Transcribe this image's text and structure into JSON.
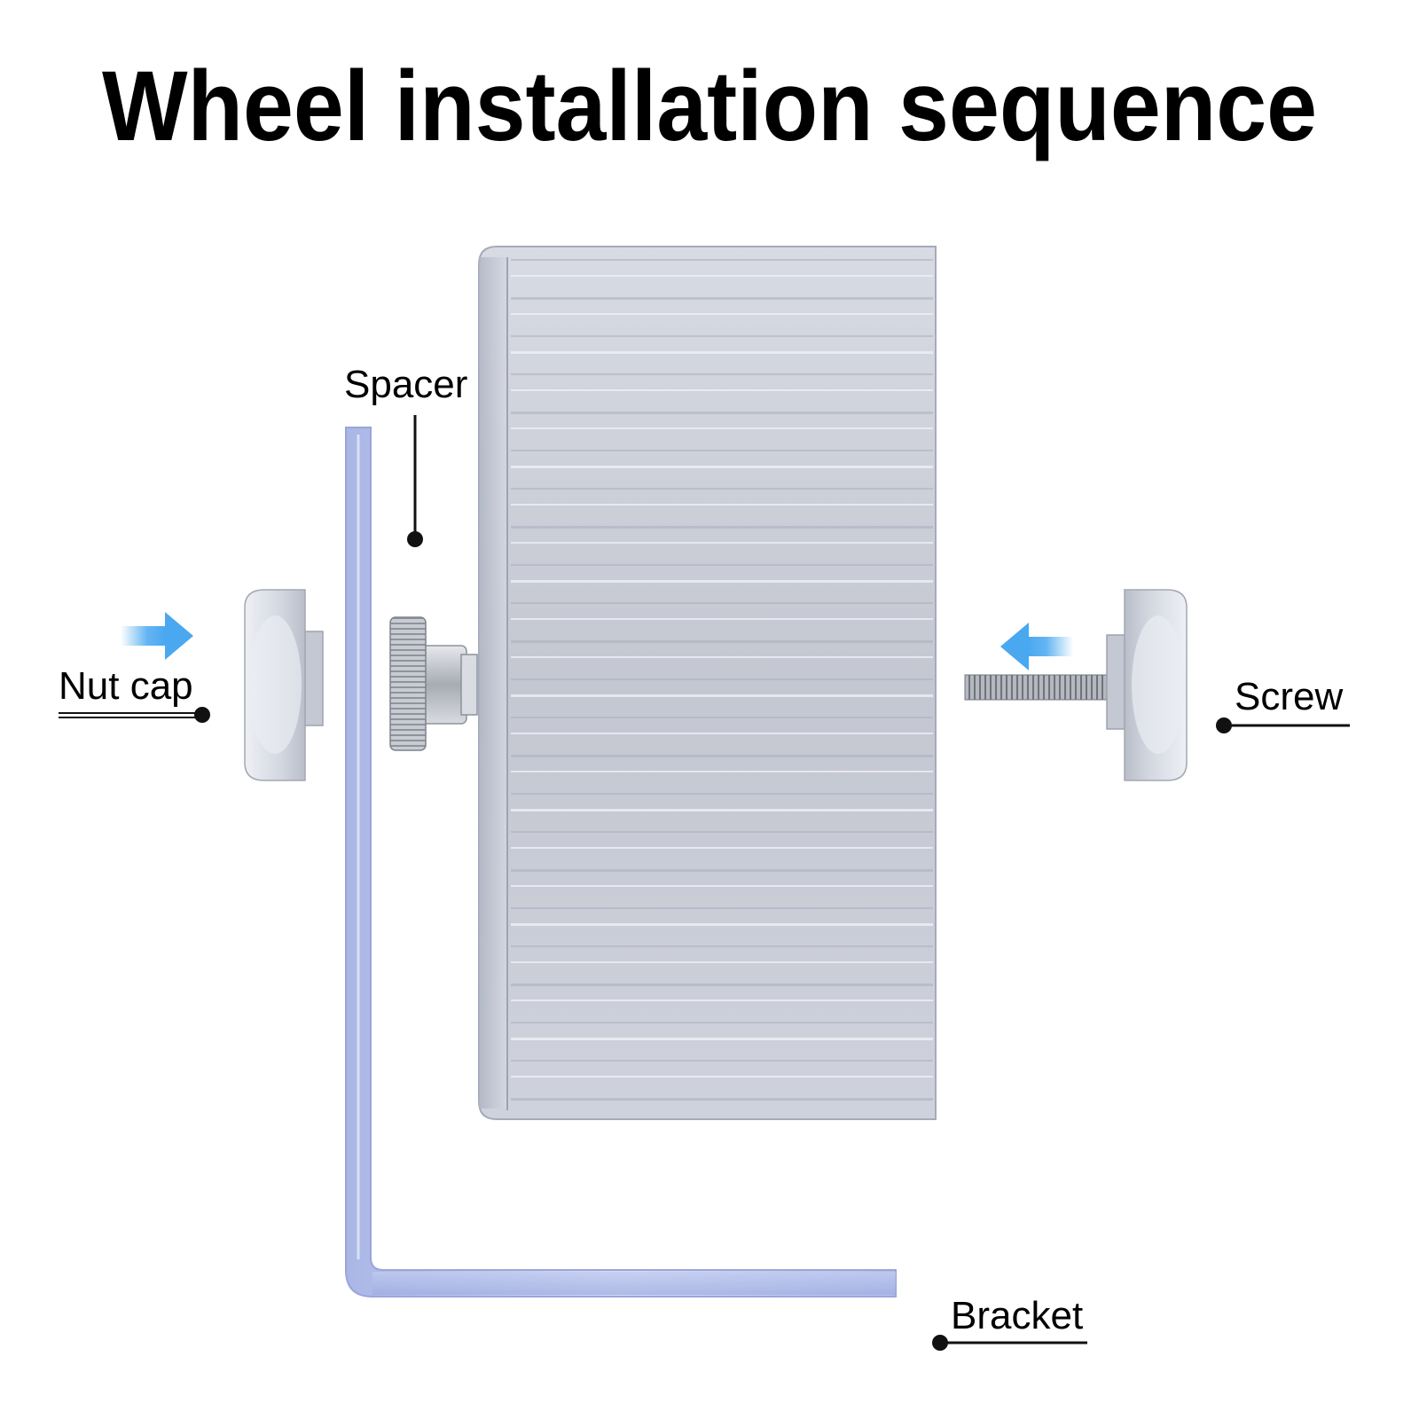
{
  "title": "Wheel installation sequence",
  "labels": {
    "spacer": "Spacer",
    "nut_cap": "Nut cap",
    "screw": "Screw",
    "bracket": "Bracket"
  },
  "colors": {
    "arrow": "#4aa8f0",
    "leader": "#111111",
    "bracket": "#b8c4ee",
    "wheel": "#c9ccd6"
  }
}
